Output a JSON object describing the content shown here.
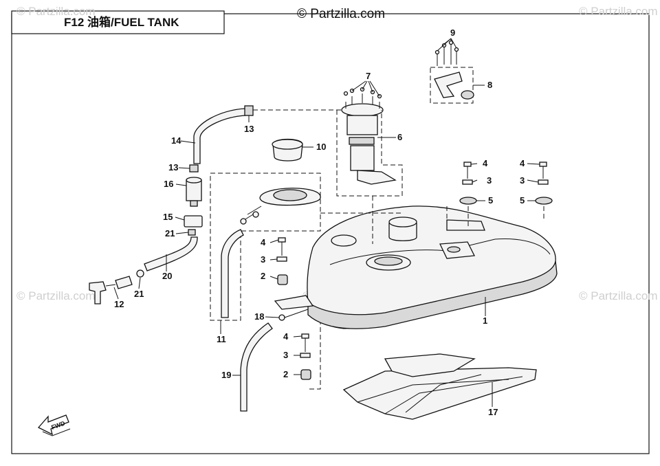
{
  "title": "F12 油箱/FUEL TANK",
  "site": "© Partzilla.com",
  "watermark": "© Partzilla.com",
  "fwd": "FWD",
  "callouts": {
    "c1": "1",
    "c2a": "2",
    "c2b": "2",
    "c3a": "3",
    "c3b": "3",
    "c3c": "3",
    "c3d": "3",
    "c4a": "4",
    "c4b": "4",
    "c4c": "4",
    "c4d": "4",
    "c5a": "5",
    "c5b": "5",
    "c6": "6",
    "c7": "7",
    "c8": "8",
    "c9": "9",
    "c10": "10",
    "c11": "11",
    "c12": "12",
    "c13a": "13",
    "c13b": "13",
    "c14": "14",
    "c15": "15",
    "c16": "16",
    "c17": "17",
    "c18": "18",
    "c19": "19",
    "c20": "20",
    "c21a": "21",
    "c21b": "21"
  }
}
